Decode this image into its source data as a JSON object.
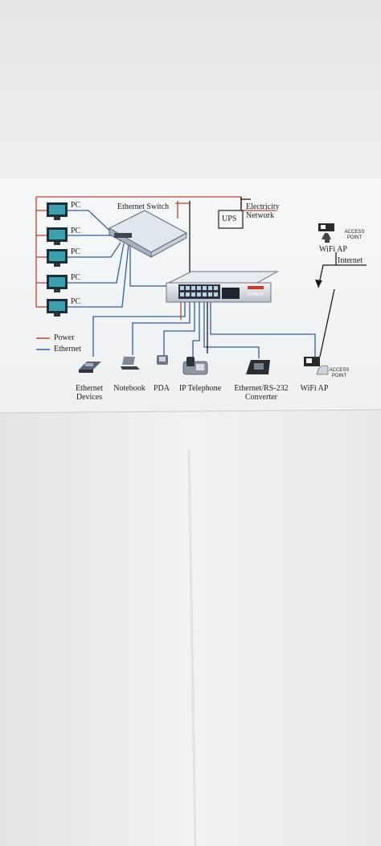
{
  "diagram": {
    "pc_labels": [
      "PC",
      "PC",
      "PC",
      "PC",
      "PC"
    ],
    "switch_title": "Ethernet Switch",
    "ups_label": "UPS",
    "electricity_network": [
      "Electricity",
      "Network"
    ],
    "access_point_text": [
      "ACCESS",
      "POINT"
    ],
    "wifi_ap_top": "WiFi AP",
    "internet_label": "Internet",
    "legend": {
      "power": "Power",
      "ethernet": "Ethernet"
    },
    "switch_brand": "COMPEX",
    "devices": [
      {
        "line1": "Ethernet",
        "line2": "Devices"
      },
      {
        "line1": "Notebook",
        "line2": ""
      },
      {
        "line1": "PDA",
        "line2": ""
      },
      {
        "line1": "IP Telephone",
        "line2": ""
      },
      {
        "line1": "Ethernet/RS-232",
        "line2": "Converter"
      },
      {
        "line1": "WiFi AP",
        "line2": ""
      }
    ],
    "colors": {
      "power": "#c0442e",
      "ethernet": "#2f5fa5",
      "black_line": "#1b1b1b"
    }
  }
}
